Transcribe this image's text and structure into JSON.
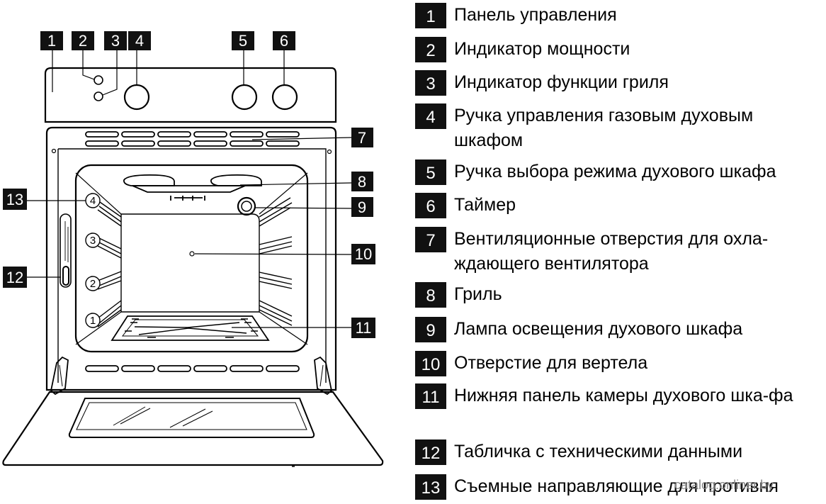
{
  "callouts": [
    "1",
    "2",
    "3",
    "4",
    "5",
    "6",
    "7",
    "8",
    "9",
    "10",
    "11",
    "12",
    "13"
  ],
  "rack_levels": [
    "1",
    "2",
    "3",
    "4"
  ],
  "legend": [
    {
      "num": "1",
      "text": "Панель управления"
    },
    {
      "num": "2",
      "text": "Индикатор мощности"
    },
    {
      "num": "3",
      "text": "Индикатор функции гриля"
    },
    {
      "num": "4",
      "text": "Ручка управления газовым духовым шкафом"
    },
    {
      "num": "5",
      "text": "Ручка выбора режима духового шкафа"
    },
    {
      "num": "6",
      "text": "Таймер"
    },
    {
      "num": "7",
      "text": "Вентиляционные отверстия для охла-ждающего вентилятора"
    },
    {
      "num": "8",
      "text": "Гриль"
    },
    {
      "num": "9",
      "text": "Лампа освещения духового шкафа"
    },
    {
      "num": "10",
      "text": "Отверстие для вертела"
    },
    {
      "num": "11",
      "text": "Нижняя панель камеры духового шка-фа"
    },
    {
      "num": "12",
      "text": "Табличка с техническими данными"
    },
    {
      "num": "13",
      "text": "Съемные направляющие для противня"
    }
  ],
  "watermark": "catalog.onliner.by"
}
